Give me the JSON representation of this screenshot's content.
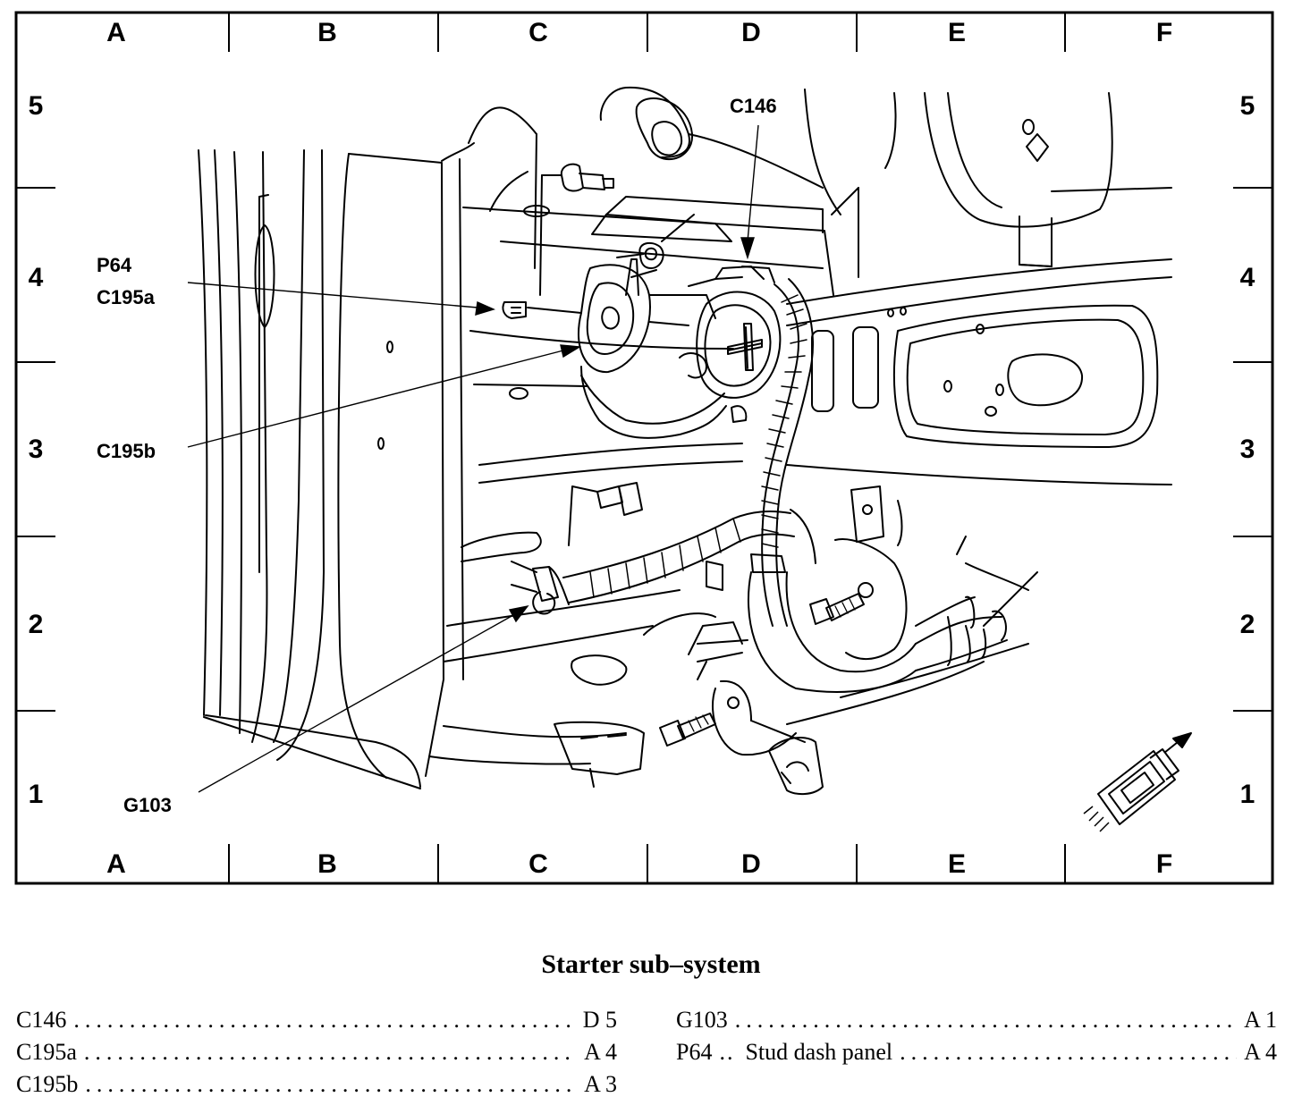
{
  "grid": {
    "columns": [
      "A",
      "B",
      "C",
      "D",
      "E",
      "F"
    ],
    "rows": [
      "5",
      "4",
      "3",
      "2",
      "1"
    ]
  },
  "callouts": {
    "c146": "C146",
    "p64": "P64",
    "c195a": "C195a",
    "c195b": "C195b",
    "g103": "G103"
  },
  "title": "Starter sub–system",
  "legend": {
    "left": [
      {
        "id": "C146",
        "location": "D 5"
      },
      {
        "id": "C195a",
        "location": "A 4"
      },
      {
        "id": "C195b",
        "location": "A 3"
      }
    ],
    "right": [
      {
        "id": "G103",
        "location": "A 1"
      },
      {
        "id": "P64",
        "prefix": "..",
        "description": "Stud dash panel",
        "location": "A 4"
      }
    ]
  }
}
